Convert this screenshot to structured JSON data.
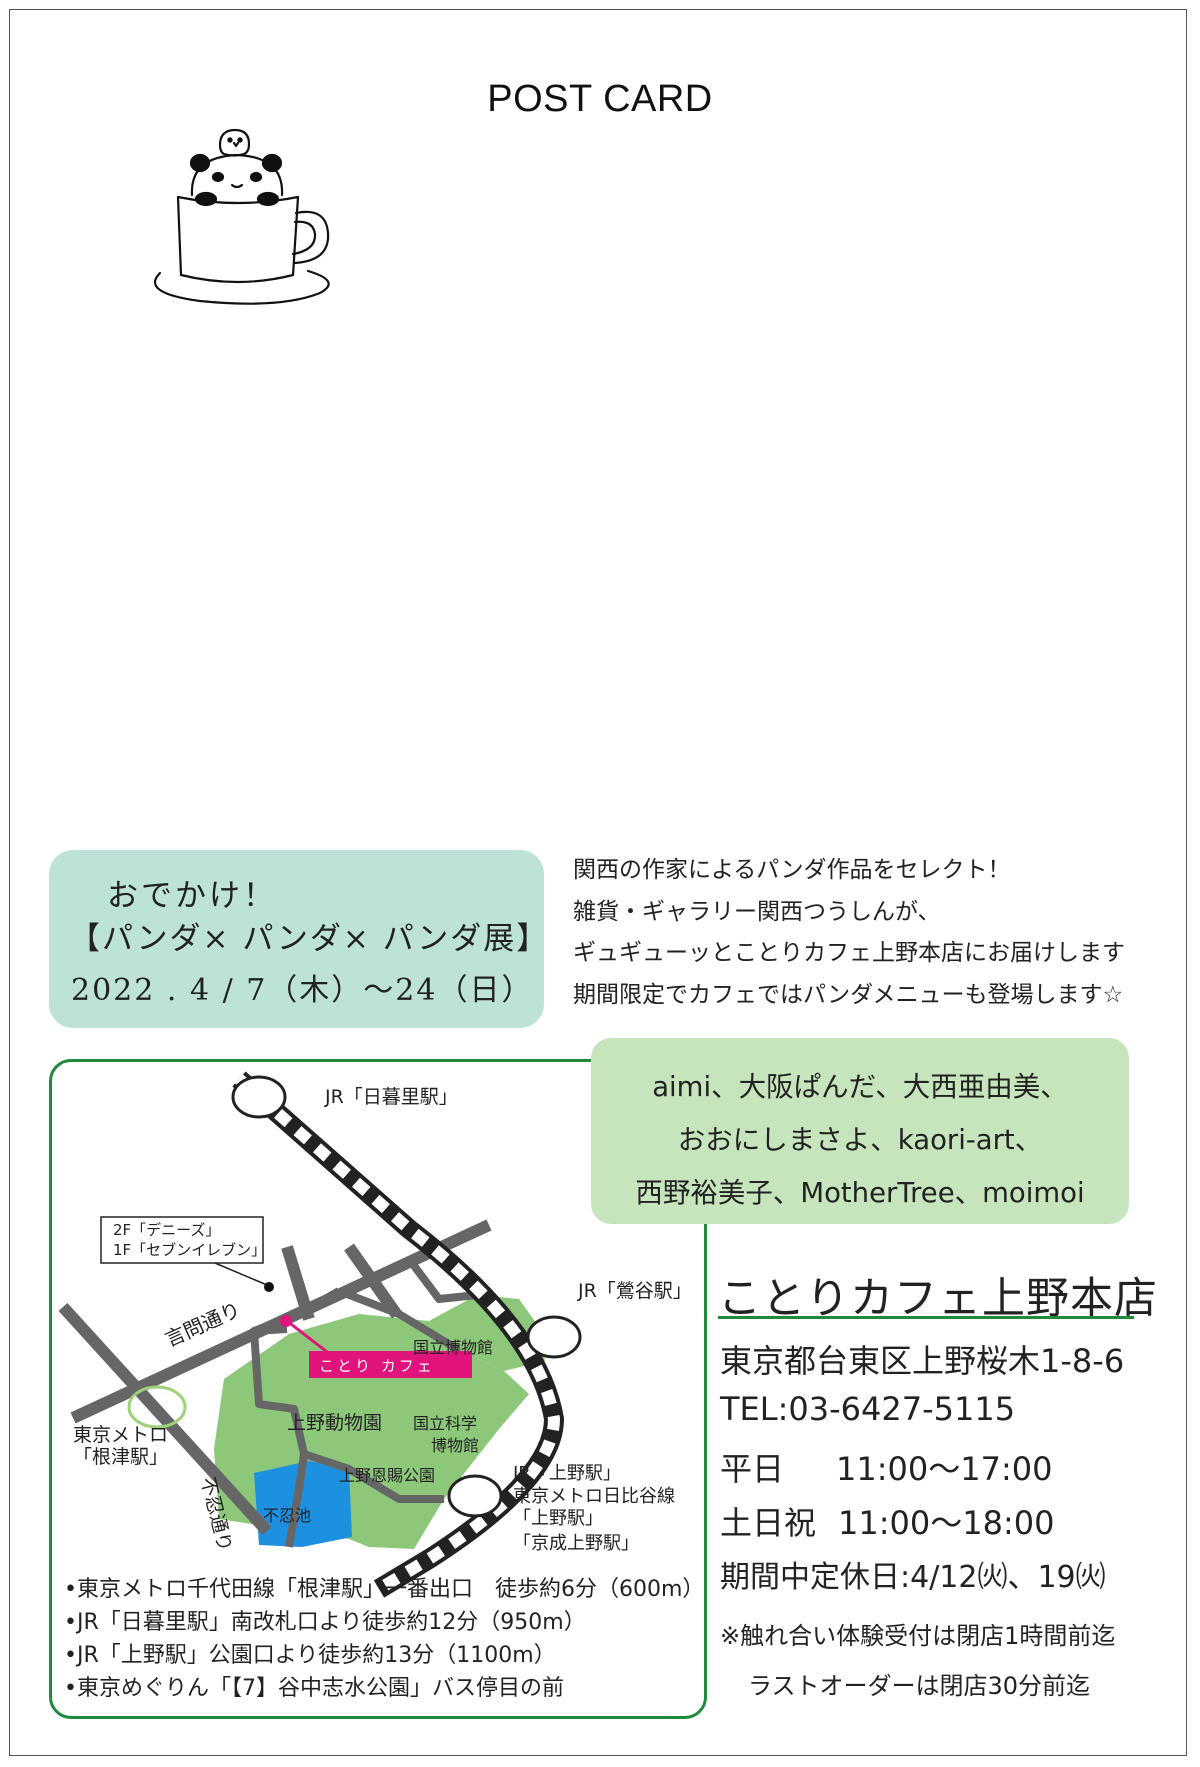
{
  "postcard": {
    "title": "POST CARD"
  },
  "event": {
    "line1": "おでかけ！",
    "line2": "【パンダ× パンダ× パンダ展】",
    "line3": "2022 . 4 / 7（木）～24（日）"
  },
  "description": [
    "関西の作家によるパンダ作品をセレクト！",
    "雑貨・ギャラリー関西つうしんが、",
    "ギュギューッとことりカフェ上野本店にお届けします",
    "期間限定でカフェではパンダメニューも登場します☆"
  ],
  "artists": [
    "aimi、大阪ぱんだ、大西亜由美、",
    "おおにしまさよ、kaori-art、",
    "西野裕美子、MotherTree、moimoi"
  ],
  "map": {
    "nippori": "JR「日暮里駅」",
    "uguisudani": "JR「鶯谷駅」",
    "dennys": "2F「デニーズ」",
    "seven": "1F「セブンイレブン」",
    "kototoi": "言問通り",
    "nezu_1": "東京メトロ",
    "nezu_2": "「根津駅」",
    "museum_national": "国立博物館",
    "science_1": "国立科学",
    "science_2": "博物館",
    "zoo": "上野動物園",
    "park": "上野恩賜公園",
    "pond": "不忍池",
    "shinobazu_st": "不忍通り",
    "ueno_1": "JR「上野駅」",
    "ueno_2": "東京メトロ日比谷線",
    "ueno_3": "「上野駅」",
    "ueno_4": "「京成上野駅」",
    "cafe_label": "ことり カフェ",
    "pink": "#e0147c",
    "park_green": "#8cc77a",
    "pond_blue": "#1e90e0"
  },
  "access": [
    "•東京メトロ千代田線「根津駅」一番出口　徒歩約6分（600m）",
    "•JR「日暮里駅」南改札口より徒歩約12分（950m）",
    "•JR「上野駅」公園口より徒歩約13分（1100m）",
    "•東京めぐりん「【7】谷中志水公園」バス停目の前"
  ],
  "shop": {
    "name": "ことりカフェ上野本店",
    "address": "東京都台東区上野桜木1-8-6",
    "tel": "TEL:03-6427-5115",
    "weekday_label": "平日",
    "weekday_hours": "11:00～17:00",
    "holiday_label": "土日祝",
    "holiday_hours": "11:00～18:00",
    "closed": "期間中定休日:4/12㈫、19㈫",
    "note1": "※触れ合い体験受付は閉店1時間前迄",
    "note2": "ラストオーダーは閉店30分前迄"
  },
  "colors": {
    "event_bg": "#bde3d8",
    "artist_bg": "#c6e5bc",
    "accent_green": "#1f8a3b"
  }
}
